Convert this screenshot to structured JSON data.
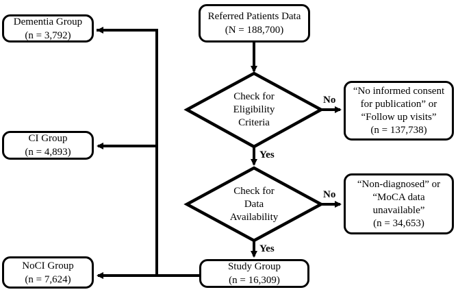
{
  "colors": {
    "line": "#000000",
    "background": "#ffffff"
  },
  "nodes": {
    "referred": {
      "label": "Referred Patients Data",
      "count": "(N = 188,700)"
    },
    "dementia": {
      "label": "Dementia Group",
      "count": "(n = 3,792)"
    },
    "ci": {
      "label": "CI Group",
      "count": "(n = 4,893)"
    },
    "noci": {
      "label": "NoCI Group",
      "count": "(n = 7,624)"
    },
    "study": {
      "label": "Study Group",
      "count": "(n = 16,309)"
    },
    "eligibility_decision": {
      "label": "Check for\nEligibility\nCriteria"
    },
    "availability_decision": {
      "label": "Check for\nData\nAvailability"
    },
    "excluded_eligibility": {
      "label": "“No informed consent\nfor publication” or\n“Follow up visits”",
      "count": "(n = 137,738)"
    },
    "excluded_availability": {
      "label": "“Non-diagnosed” or\n“MoCA data\nunavailable”",
      "count": "(n = 34,653)"
    }
  },
  "edges": {
    "eligibility_no": "No",
    "eligibility_yes": "Yes",
    "availability_no": "No",
    "availability_yes": "Yes"
  }
}
